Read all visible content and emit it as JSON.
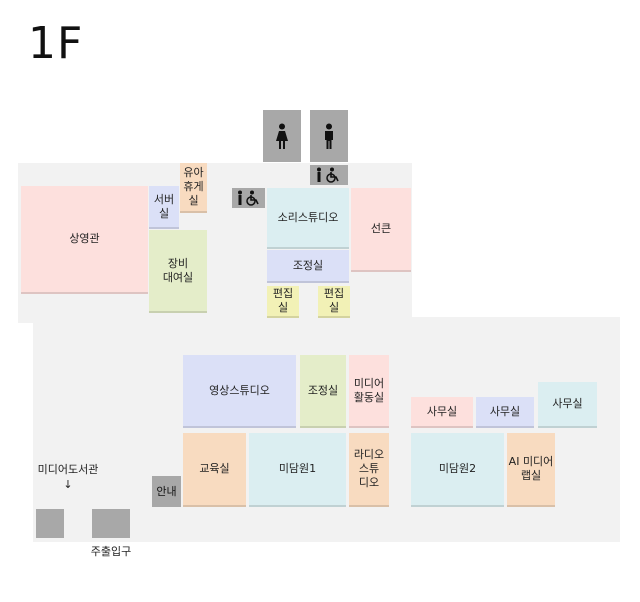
{
  "floor": {
    "title": "1F"
  },
  "rooms": {
    "sangyeonggwan": "상영관",
    "server": "서버\n실",
    "nursing": "유아\n휴게\n실",
    "equipment": "장비\n대여실",
    "sound_studio": "소리스튜디오",
    "control_top": "조정실",
    "seon_keun": "선큰",
    "edit1": "편집\n실",
    "edit2": "편집\n실",
    "video_studio": "영상스튜디오",
    "control_mid": "조정실",
    "media_activity": "미디어\n활동실",
    "office1": "사무실",
    "office2": "사무실",
    "office3": "사무실",
    "classroom": "교육실",
    "midamwon1": "미담원1",
    "radio_studio": "라디오\n스튜\n디오",
    "midamwon2": "미담원2",
    "ai_lab": "AI 미디어\n랩실",
    "info": "안내"
  },
  "labels": {
    "media_library": "미디어도서관\n↓",
    "exit": "주출입구"
  },
  "icons": {
    "female_restroom": "female-restroom-icon",
    "male_restroom": "male-restroom-icon",
    "accessible_restroom": "accessible-restroom-icon"
  },
  "colors": {
    "floor": "#f2f2f2",
    "pink": "#fde0dd",
    "light_blue": "#dbeef1",
    "lavender": "#dbe0f7",
    "green": "#e4edc9",
    "peach": "#f8dbc0",
    "yellow": "#f2f1b6",
    "grey": "#a8a8a8"
  }
}
